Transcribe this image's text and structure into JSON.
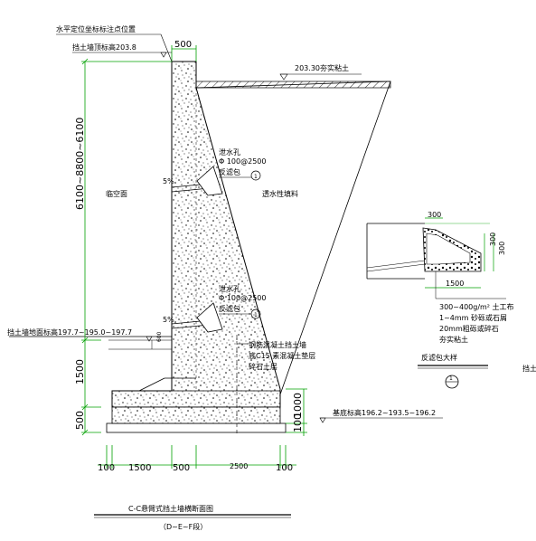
{
  "drawing": {
    "title": "C-C悬臂式挡土墙横断面图",
    "subtitle": "（D~E~F段）",
    "labels": {
      "horizontal_position_note": "水平定位坐标标注点位置",
      "wall_top_elevation": "挡土墙顶标高203.8",
      "top_width_dim": "500",
      "fill_top_elevation": "203.30夯实粘土",
      "drain_hole_upper_title": "泄水孔",
      "drain_hole_upper_spec": "Φ 100@2500",
      "filter_bag_upper": "反滤包",
      "slope_upper": "5%",
      "airside": "临空面",
      "permeable_fill": "透水性填料",
      "drain_hole_lower_title": "泄水孔",
      "drain_hole_lower_spec": "Φ 100@2500",
      "filter_bag_lower": "反滤包",
      "slope_lower": "5%",
      "ground_elevation": "挡土墙地面标高197.7~195.0~197.7",
      "ground_small_dim": "600",
      "wall_materials": [
        "钢筋混凝土挡土墙",
        "底C15 素混凝土垫层",
        "碎石土层"
      ],
      "base_elevation": "基底标高196.2~193.5~196.2",
      "left_height_dim": "6100~8800~6100",
      "left_heel_dim": "1500",
      "left_bottom_dim": "500",
      "right_dim_100": "100",
      "right_dim_1000": "1000",
      "bottom_dims": [
        "100",
        "1500",
        "500",
        "2500",
        "100"
      ],
      "callout_symbol": "1"
    },
    "detail": {
      "dim_top": "300",
      "dim_right_1": "300",
      "dim_right_2": "300",
      "dim_bottom": "1500",
      "layers": [
        "300~400g/m² 土工布",
        "1~4mm 砂砾或石屑",
        "20mm粗砾或碎石",
        "夯实粘土"
      ],
      "title": "反滤包大样",
      "symbol": "1",
      "edge_cut_text": "挡土"
    }
  }
}
